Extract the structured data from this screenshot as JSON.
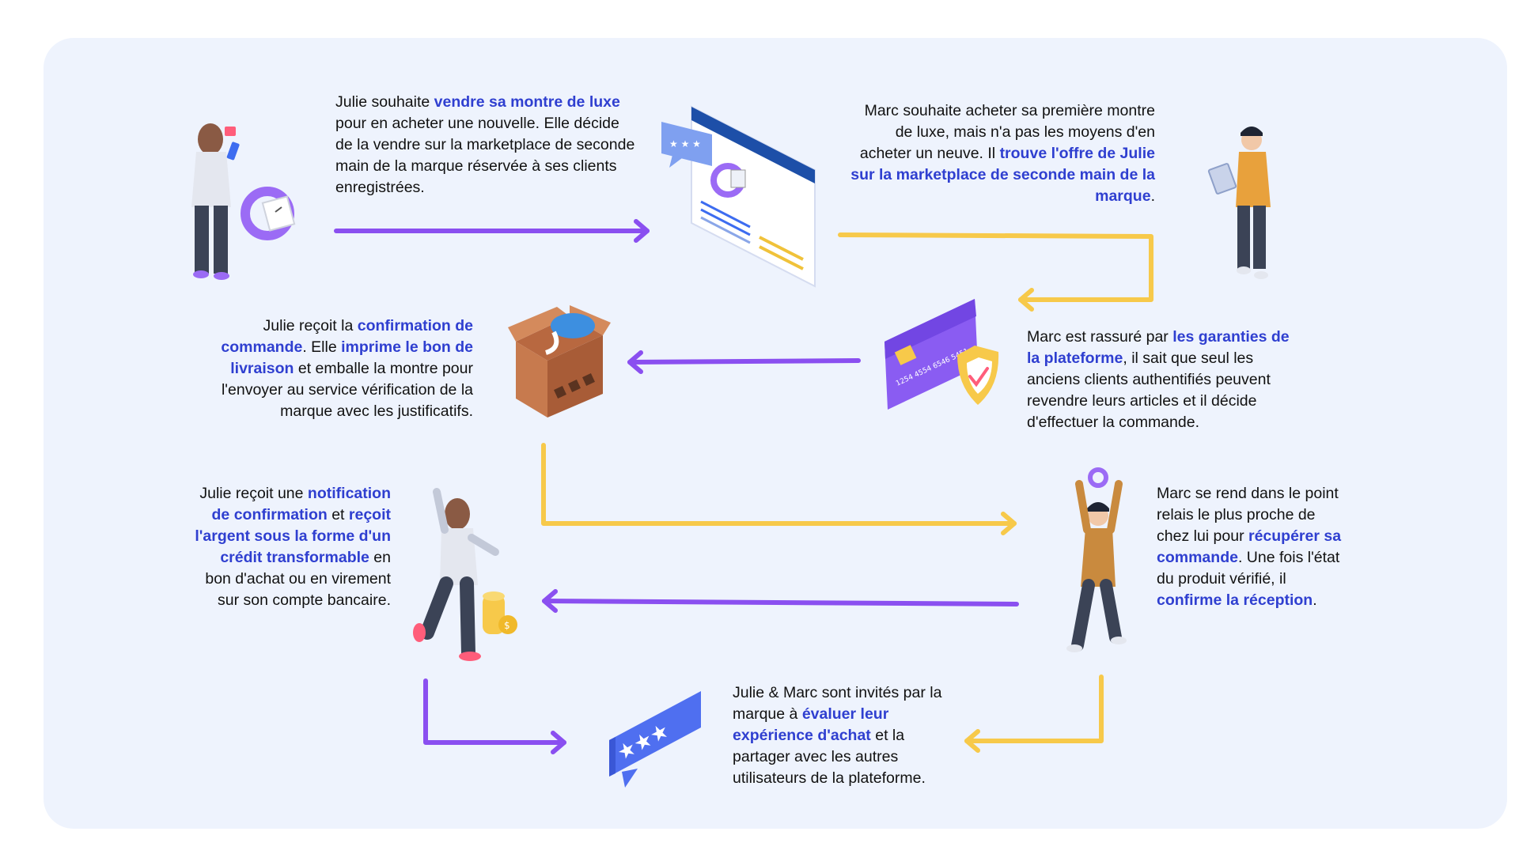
{
  "colors": {
    "panel": "#eef3fd",
    "purple": "#8a4ff0",
    "yellow": "#f7c94a",
    "highlight": "#2f3fd0"
  },
  "steps": [
    {
      "id": "s1",
      "parts": [
        {
          "t": "Julie souhaite ",
          "h": false
        },
        {
          "t": "vendre sa montre de luxe",
          "h": true
        },
        {
          "t": " pour en acheter une nouvelle. Elle décide de la vendre sur la marketplace de seconde main de la marque réservée à ses clients enregistrées.",
          "h": false
        }
      ]
    },
    {
      "id": "s2",
      "parts": [
        {
          "t": "Marc souhaite acheter sa première montre de luxe, mais n'a pas les moyens d'en acheter un neuve. Il ",
          "h": false
        },
        {
          "t": "trouve l'offre de Julie sur la marketplace de seconde main de la marque",
          "h": true
        },
        {
          "t": ".",
          "h": false
        }
      ]
    },
    {
      "id": "s3",
      "parts": [
        {
          "t": "Marc est rassuré par ",
          "h": false
        },
        {
          "t": "les garanties de la plateforme",
          "h": true
        },
        {
          "t": ", il sait que seul les anciens clients authentifiés peuvent revendre leurs articles et il décide d'effectuer la commande.",
          "h": false
        }
      ]
    },
    {
      "id": "s4",
      "parts": [
        {
          "t": "Julie reçoit la ",
          "h": false
        },
        {
          "t": "confirmation de commande",
          "h": true
        },
        {
          "t": ". Elle ",
          "h": false
        },
        {
          "t": "imprime le bon de livraison",
          "h": true
        },
        {
          "t": " et emballe la montre pour l'envoyer au service vérification de la marque avec les justificatifs.",
          "h": false
        }
      ]
    },
    {
      "id": "s5",
      "parts": [
        {
          "t": "Marc se rend dans le point relais le plus proche de chez lui pour ",
          "h": false
        },
        {
          "t": "récupérer sa commande",
          "h": true
        },
        {
          "t": ". Une fois l'état du produit vérifié, il ",
          "h": false
        },
        {
          "t": "confirme la réception",
          "h": true
        },
        {
          "t": ".",
          "h": false
        }
      ]
    },
    {
      "id": "s6",
      "parts": [
        {
          "t": "Julie reçoit une ",
          "h": false
        },
        {
          "t": "notification de confirmation",
          "h": true
        },
        {
          "t": " et ",
          "h": false
        },
        {
          "t": "reçoit l'argent sous la forme d'un crédit transformable",
          "h": true
        },
        {
          "t": " en bon d'achat ou en virement sur son compte bancaire.",
          "h": false
        }
      ]
    },
    {
      "id": "s7",
      "parts": [
        {
          "t": "Julie & Marc sont invités par la marque à ",
          "h": false
        },
        {
          "t": "évaluer leur expérience d'achat",
          "h": true
        },
        {
          "t": " et la partager avec les autres utilisateurs de la plateforme.",
          "h": false
        }
      ]
    }
  ],
  "icons": [
    "julie-phone-icon",
    "marketplace-window-icon",
    "marc-tablet-icon",
    "credit-card-shield-icon",
    "package-box-icon",
    "julie-celebrating-icon",
    "marc-celebrating-icon",
    "rating-stars-icon"
  ]
}
